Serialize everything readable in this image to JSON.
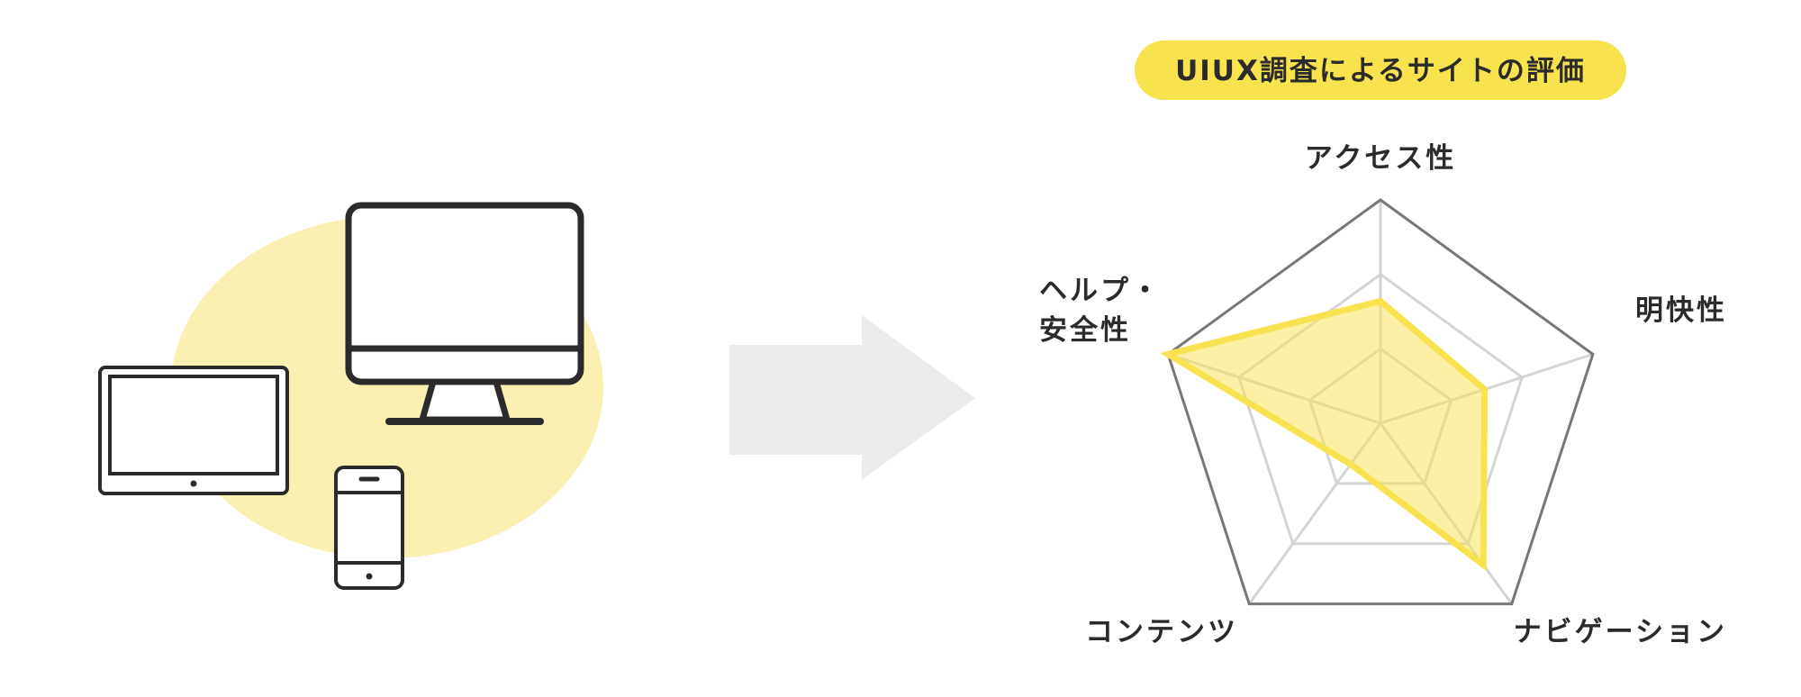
{
  "chart_data": {
    "type": "radar",
    "title": "UIUX調査によるサイトの評価",
    "axes": [
      {
        "label_lines": [
          "アクセス性"
        ]
      },
      {
        "label_lines": [
          "明快性"
        ]
      },
      {
        "label_lines": [
          "ナビゲーション"
        ]
      },
      {
        "label_lines": [
          "コンテンツ"
        ]
      },
      {
        "label_lines": [
          "ヘルプ・",
          "安全性"
        ]
      }
    ],
    "levels": 3,
    "max": 3,
    "values": [
      1.64,
      1.47,
      2.35,
      0.68,
      3.0
    ],
    "grid": true
  },
  "colors": {
    "accent": "#f8e24e",
    "accent_fill": "#f8e24e",
    "illustration_blob": "#faf0b1",
    "arrow": "#ececec",
    "outer_frame": "#777777",
    "grid": "#d4d4d4",
    "text": "#2b2b2b",
    "device_stroke": "#2b2b2b"
  },
  "illustration": {
    "devices": [
      "monitor-icon",
      "tablet-icon",
      "smartphone-icon"
    ]
  }
}
